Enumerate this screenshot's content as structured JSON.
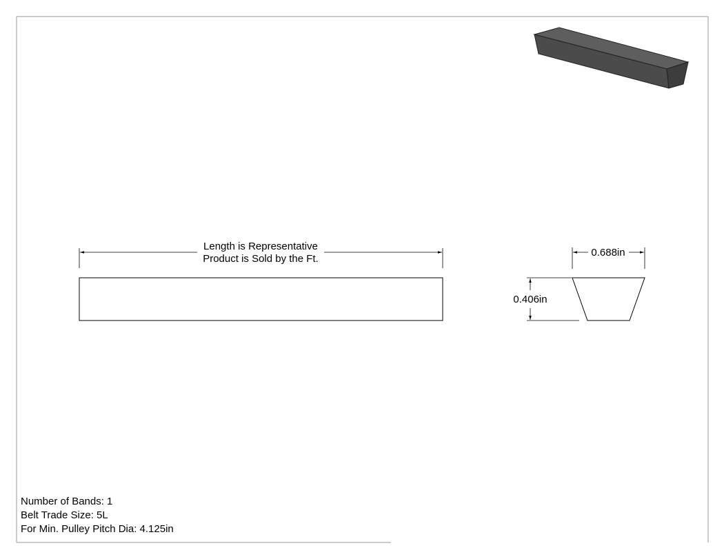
{
  "drawing": {
    "length_note": {
      "line1": "Length is Representative",
      "line2": "Product is Sold by the Ft."
    },
    "width_dimension": "0.688in",
    "height_dimension": "0.406in"
  },
  "notes": {
    "number_of_bands": "Number of Bands: 1",
    "belt_trade_size": "Belt Trade Size: 5L",
    "min_pulley_pitch_dia": "For Min. Pulley Pitch Dia: 4.125in"
  },
  "colors": {
    "belt_top_face": "#5c5c5c",
    "belt_side_face": "#4a4a4a",
    "belt_end_face": "#3c3c3c",
    "line": "#000000",
    "border": "#808080"
  }
}
